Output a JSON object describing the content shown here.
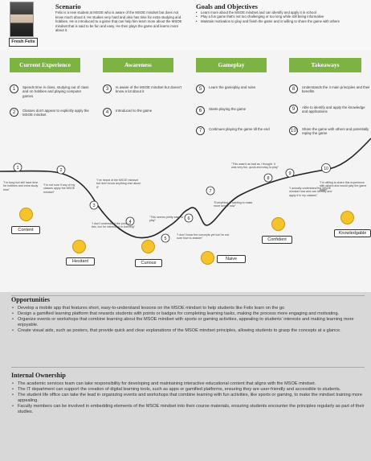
{
  "persona": {
    "name": "Fresh Felix"
  },
  "scenario": {
    "title": "Scenario",
    "text": "Felix is a new student at MSOE who is aware of the MSOE mindset but does not know much about it. He studies very hard and also has time for extra studying and hobbies. He is introduced to a game that can help him learn more about the MSOE mindset that is said to be fun and easy. He then plays the game and learns more about it."
  },
  "goals": {
    "title": "Goals and Objectives",
    "items": [
      "Learn more about the MSOE mindset and can identify and apply it in school",
      "Play a fun game that's not too challenging or too long while still being informative",
      "Maintain motivation to play and finish the game and is willing to share the game with others"
    ]
  },
  "stages": [
    {
      "title": "Current Experience",
      "steps": [
        {
          "num": "1",
          "text": "Spends time in class, studying out of class and on hobbies and playing computer games"
        },
        {
          "num": "2",
          "text": "Classes don't appear to explicitly apply the MSOE mindset"
        }
      ]
    },
    {
      "title": "Awareness",
      "steps": [
        {
          "num": "3",
          "text": "Is aware of the MSOE mindset but doesn't know a lot about it"
        },
        {
          "num": "4",
          "text": "Introduced to the game"
        }
      ]
    },
    {
      "title": "Gameplay",
      "steps": [
        {
          "num": "5",
          "text": "Learn the gameplay and rules"
        },
        {
          "num": "6",
          "text": "Starts playing the game"
        },
        {
          "num": "7",
          "text": "Continues playing the game till the end"
        }
      ]
    },
    {
      "title": "Takeaways",
      "steps": [
        {
          "num": "8",
          "text": "Understands the 4 main principles and their benefits"
        },
        {
          "num": "9",
          "text": "Able to identify and apply the knowledge and applications"
        },
        {
          "num": "10",
          "text": "Share the game with others and potentially replay the game"
        }
      ]
    }
  ],
  "journey": {
    "notes": [
      "\"I'm busy but still have time for hobbies and extra study time\"",
      "\"I'm not sure if any of my classes apply the MSOE mindset\"",
      "\"I've heard of the MSOE mindset but don't know anything else about it\"",
      "\"I don't understand the point of this, but I'm interested in learning\"",
      "\"This seems pretty easy to play\"",
      "\"I don't know the concepts yet but I'm not sure how to answer\"",
      "\"Everything is starting to make more sense now\"",
      "\"This wasn't as bad as I thought. It was very fun, quick and easy to play\"",
      "\"I actually understand the MSOE mindset now and can identify and apply it in my classes\"",
      "\"I'm willing to share this experience with others and would play the game again\""
    ],
    "emotions": {
      "content": "Content",
      "hesitant": "Hesitant",
      "curious": "Curious",
      "naive": "Naive",
      "confident": "Confident",
      "knowledgable": "Knowledgable"
    }
  },
  "opportunities": {
    "title": "Opportunities",
    "items": [
      "Develop a mobile app that features short, easy-to-understand lessons on the MSOE mindset to help students like Felix learn on the go",
      "Design a gamified learning platform that rewards students with points or badges for completing learning tasks, making the process more engaging and motivating.",
      "Organize events or workshops that combine learning about the MSOE mindset with sports or gaming activities, appealing to students' interests and making learning more enjoyable.",
      "Create visual aids, such as posters, that provide quick and clear explanations of the MSOE mindset principles, allowing students to grasp the concepts at a glance."
    ]
  },
  "ownership": {
    "title": "Internal Ownership",
    "items": [
      "The academic services team can take responsibility for developing and maintaining interactive educational content that aligns with the MSOE mindset.",
      "The IT department can support the creation of digital learning tools, such as apps or gamified platforms, ensuring they are user-friendly and accessible to students.",
      "The student life office can take the lead in organizing events and workshops that combine learning with fun activities, like sports or gaming, to make the mindset training more appealing.",
      "Faculty members can be involved in embedding elements of the MSOE mindset into their course materials, ensuring students encounter the principles regularly as part of their studies."
    ]
  }
}
